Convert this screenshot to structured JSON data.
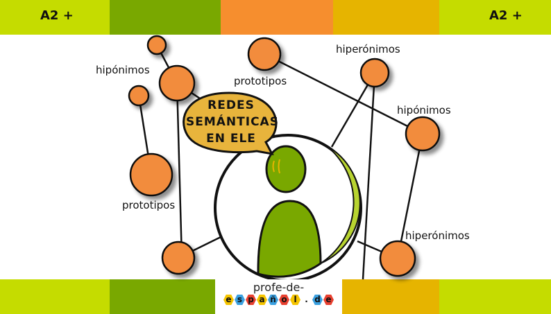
{
  "header": {
    "level_left": "A2 +",
    "level_right": "A2 +"
  },
  "title": {
    "line1": "REDES",
    "line2": "SEMÁNTICAS",
    "line3": "EN ELE"
  },
  "labels": {
    "hiponimos_1": "hipónimos",
    "prototipos_1": "prototipos",
    "hiperonimos_1": "hiperónimos",
    "hiponimos_2": "hipónimos",
    "prototipos_2": "prototipos",
    "hiperonimos_2": "hiperónimos"
  },
  "logo": {
    "line1": "profe-de-",
    "letters": [
      "e",
      "s",
      "p",
      "a",
      "ñ",
      "o",
      "l",
      ".",
      "d",
      "e"
    ],
    "text": "español.de"
  },
  "colors": {
    "lime": "#c5dc00",
    "green": "#79a800",
    "orange": "#f68e2e",
    "yellow": "#e6b400",
    "node": "#f28c3c",
    "bubble": "#e8b43c"
  }
}
